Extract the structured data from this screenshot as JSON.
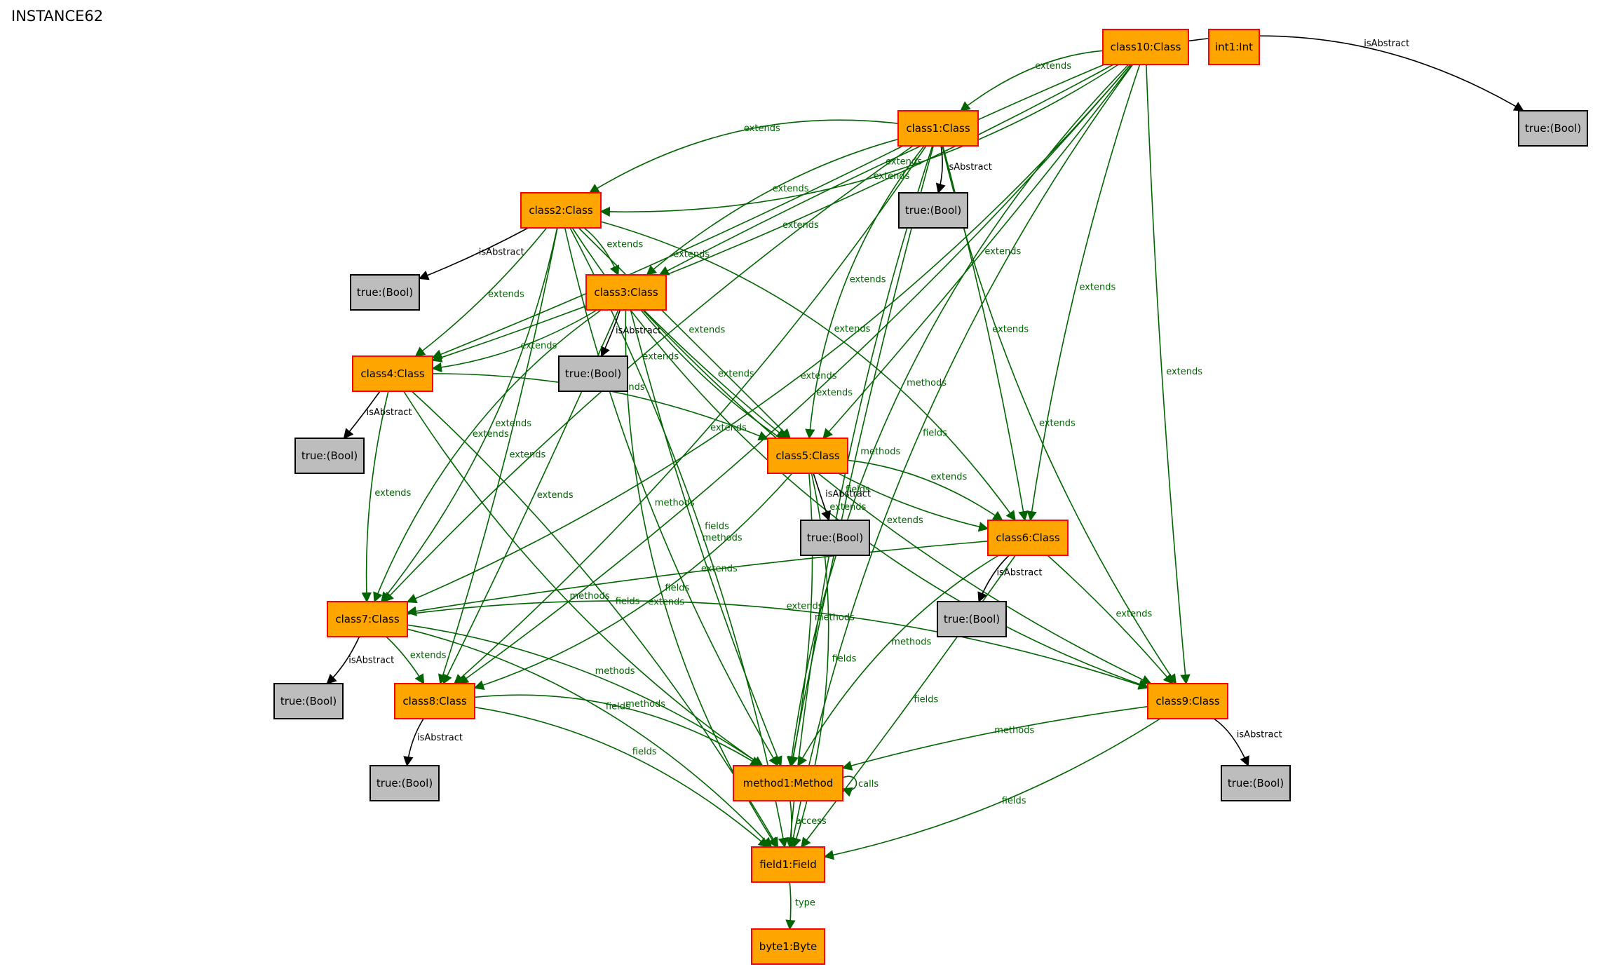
{
  "title": "INSTANCE62",
  "colors": {
    "object_fill": "#ffa500",
    "object_stroke": "#ff0000",
    "value_fill": "#bdbdbd",
    "value_stroke": "#000000",
    "ref_edge": "#006400",
    "attr_edge": "#000000"
  },
  "nodes": [
    {
      "id": "class10",
      "label": "class10:Class",
      "kind": "object"
    },
    {
      "id": "int1",
      "label": "int1:Int",
      "kind": "object"
    },
    {
      "id": "b10",
      "label": "true:(Bool)",
      "kind": "value"
    },
    {
      "id": "class1",
      "label": "class1:Class",
      "kind": "object"
    },
    {
      "id": "b1",
      "label": "true:(Bool)",
      "kind": "value"
    },
    {
      "id": "class2",
      "label": "class2:Class",
      "kind": "object"
    },
    {
      "id": "b2",
      "label": "true:(Bool)",
      "kind": "value"
    },
    {
      "id": "class3",
      "label": "class3:Class",
      "kind": "object"
    },
    {
      "id": "b3",
      "label": "true:(Bool)",
      "kind": "value"
    },
    {
      "id": "class4",
      "label": "class4:Class",
      "kind": "object"
    },
    {
      "id": "b4",
      "label": "true:(Bool)",
      "kind": "value"
    },
    {
      "id": "class5",
      "label": "class5:Class",
      "kind": "object"
    },
    {
      "id": "b5",
      "label": "true:(Bool)",
      "kind": "value"
    },
    {
      "id": "class6",
      "label": "class6:Class",
      "kind": "object"
    },
    {
      "id": "b6",
      "label": "true:(Bool)",
      "kind": "value"
    },
    {
      "id": "class7",
      "label": "class7:Class",
      "kind": "object"
    },
    {
      "id": "b7",
      "label": "true:(Bool)",
      "kind": "value"
    },
    {
      "id": "class8",
      "label": "class8:Class",
      "kind": "object"
    },
    {
      "id": "b8",
      "label": "true:(Bool)",
      "kind": "value"
    },
    {
      "id": "class9",
      "label": "class9:Class",
      "kind": "object"
    },
    {
      "id": "b9",
      "label": "true:(Bool)",
      "kind": "value"
    },
    {
      "id": "method1",
      "label": "method1:Method",
      "kind": "object"
    },
    {
      "id": "field1",
      "label": "field1:Field",
      "kind": "object"
    },
    {
      "id": "byte1",
      "label": "byte1:Byte",
      "kind": "object"
    }
  ],
  "edges": [
    {
      "from": "class10",
      "to": "b10",
      "label": "isAbstract",
      "kind": "attr"
    },
    {
      "from": "class10",
      "to": "class1",
      "label": "extends",
      "kind": "ref"
    },
    {
      "from": "class10",
      "to": "class2",
      "label": "extends",
      "kind": "ref"
    },
    {
      "from": "class10",
      "to": "class3",
      "label": "extends",
      "kind": "ref"
    },
    {
      "from": "class10",
      "to": "class4",
      "label": "extends",
      "kind": "ref"
    },
    {
      "from": "class10",
      "to": "class5",
      "label": "extends",
      "kind": "ref"
    },
    {
      "from": "class10",
      "to": "class6",
      "label": "extends",
      "kind": "ref"
    },
    {
      "from": "class10",
      "to": "class7",
      "label": "extends",
      "kind": "ref"
    },
    {
      "from": "class10",
      "to": "class8",
      "label": "extends",
      "kind": "ref"
    },
    {
      "from": "class10",
      "to": "class9",
      "label": "extends",
      "kind": "ref"
    },
    {
      "from": "class10",
      "to": "method1",
      "label": "methods",
      "kind": "ref"
    },
    {
      "from": "class10",
      "to": "field1",
      "label": "fields",
      "kind": "ref"
    },
    {
      "from": "class1",
      "to": "b1",
      "label": "isAbstract",
      "kind": "attr"
    },
    {
      "from": "class1",
      "to": "class2",
      "label": "extends",
      "kind": "ref"
    },
    {
      "from": "class1",
      "to": "class3",
      "label": "extends",
      "kind": "ref"
    },
    {
      "from": "class1",
      "to": "class4",
      "label": "extends",
      "kind": "ref"
    },
    {
      "from": "class1",
      "to": "class5",
      "label": "extends",
      "kind": "ref"
    },
    {
      "from": "class1",
      "to": "class6",
      "label": "extends",
      "kind": "ref"
    },
    {
      "from": "class1",
      "to": "class7",
      "label": "extends",
      "kind": "ref"
    },
    {
      "from": "class1",
      "to": "class8",
      "label": "extends",
      "kind": "ref"
    },
    {
      "from": "class1",
      "to": "class9",
      "label": "extends",
      "kind": "ref"
    },
    {
      "from": "class1",
      "to": "method1",
      "label": "methods",
      "kind": "ref"
    },
    {
      "from": "class1",
      "to": "field1",
      "label": "fields",
      "kind": "ref"
    },
    {
      "from": "class2",
      "to": "b2",
      "label": "isAbstract",
      "kind": "attr"
    },
    {
      "from": "class2",
      "to": "class3",
      "label": "extends",
      "kind": "ref"
    },
    {
      "from": "class2",
      "to": "class4",
      "label": "extends",
      "kind": "ref"
    },
    {
      "from": "class2",
      "to": "class5",
      "label": "extends",
      "kind": "ref"
    },
    {
      "from": "class2",
      "to": "class6",
      "label": "extends",
      "kind": "ref"
    },
    {
      "from": "class2",
      "to": "class7",
      "label": "extends",
      "kind": "ref"
    },
    {
      "from": "class2",
      "to": "class8",
      "label": "extends",
      "kind": "ref"
    },
    {
      "from": "class2",
      "to": "class9",
      "label": "extends",
      "kind": "ref"
    },
    {
      "from": "class2",
      "to": "method1",
      "label": "methods",
      "kind": "ref"
    },
    {
      "from": "class2",
      "to": "field1",
      "label": "fields",
      "kind": "ref"
    },
    {
      "from": "class3",
      "to": "b3",
      "label": "isAbstract",
      "kind": "attr"
    },
    {
      "from": "class3",
      "to": "class4",
      "label": "extends",
      "kind": "ref"
    },
    {
      "from": "class3",
      "to": "class5",
      "label": "extends",
      "kind": "ref"
    },
    {
      "from": "class3",
      "to": "class6",
      "label": "extends",
      "kind": "ref"
    },
    {
      "from": "class3",
      "to": "class7",
      "label": "extends",
      "kind": "ref"
    },
    {
      "from": "class3",
      "to": "class8",
      "label": "extends",
      "kind": "ref"
    },
    {
      "from": "class3",
      "to": "class9",
      "label": "extends",
      "kind": "ref"
    },
    {
      "from": "class3",
      "to": "method1",
      "label": "methods",
      "kind": "ref"
    },
    {
      "from": "class3",
      "to": "field1",
      "label": "fields",
      "kind": "ref"
    },
    {
      "from": "class4",
      "to": "b4",
      "label": "isAbstract",
      "kind": "attr"
    },
    {
      "from": "class4",
      "to": "class5",
      "label": "extends",
      "kind": "ref"
    },
    {
      "from": "class4",
      "to": "class7",
      "label": "extends",
      "kind": "ref"
    },
    {
      "from": "class4",
      "to": "method1",
      "label": "methods",
      "kind": "ref"
    },
    {
      "from": "class4",
      "to": "field1",
      "label": "fields",
      "kind": "ref"
    },
    {
      "from": "class5",
      "to": "b5",
      "label": "isAbstract",
      "kind": "attr"
    },
    {
      "from": "class5",
      "to": "class6",
      "label": "extends",
      "kind": "ref"
    },
    {
      "from": "class5",
      "to": "class8",
      "label": "extends",
      "kind": "ref"
    },
    {
      "from": "class5",
      "to": "method1",
      "label": "methods",
      "kind": "ref"
    },
    {
      "from": "class5",
      "to": "field1",
      "label": "fields",
      "kind": "ref"
    },
    {
      "from": "class6",
      "to": "b6",
      "label": "isAbstract",
      "kind": "attr"
    },
    {
      "from": "class6",
      "to": "class7",
      "label": "extends",
      "kind": "ref"
    },
    {
      "from": "class6",
      "to": "class9",
      "label": "extends",
      "kind": "ref"
    },
    {
      "from": "class6",
      "to": "method1",
      "label": "methods",
      "kind": "ref"
    },
    {
      "from": "class6",
      "to": "field1",
      "label": "fields",
      "kind": "ref"
    },
    {
      "from": "class7",
      "to": "b7",
      "label": "isAbstract",
      "kind": "attr"
    },
    {
      "from": "class7",
      "to": "class8",
      "label": "extends",
      "kind": "ref"
    },
    {
      "from": "class7",
      "to": "class9",
      "label": "extends",
      "kind": "ref"
    },
    {
      "from": "class7",
      "to": "method1",
      "label": "methods",
      "kind": "ref"
    },
    {
      "from": "class7",
      "to": "field1",
      "label": "fields",
      "kind": "ref"
    },
    {
      "from": "class8",
      "to": "b8",
      "label": "isAbstract",
      "kind": "attr"
    },
    {
      "from": "class8",
      "to": "method1",
      "label": "methods",
      "kind": "ref"
    },
    {
      "from": "class8",
      "to": "field1",
      "label": "fields",
      "kind": "ref"
    },
    {
      "from": "class9",
      "to": "b9",
      "label": "isAbstract",
      "kind": "attr"
    },
    {
      "from": "class9",
      "to": "method1",
      "label": "methods",
      "kind": "ref"
    },
    {
      "from": "class9",
      "to": "field1",
      "label": "fields",
      "kind": "ref"
    },
    {
      "from": "method1",
      "to": "method1",
      "label": "calls",
      "kind": "ref"
    },
    {
      "from": "method1",
      "to": "field1",
      "label": "access",
      "kind": "ref"
    },
    {
      "from": "field1",
      "to": "byte1",
      "label": "type",
      "kind": "ref"
    }
  ]
}
